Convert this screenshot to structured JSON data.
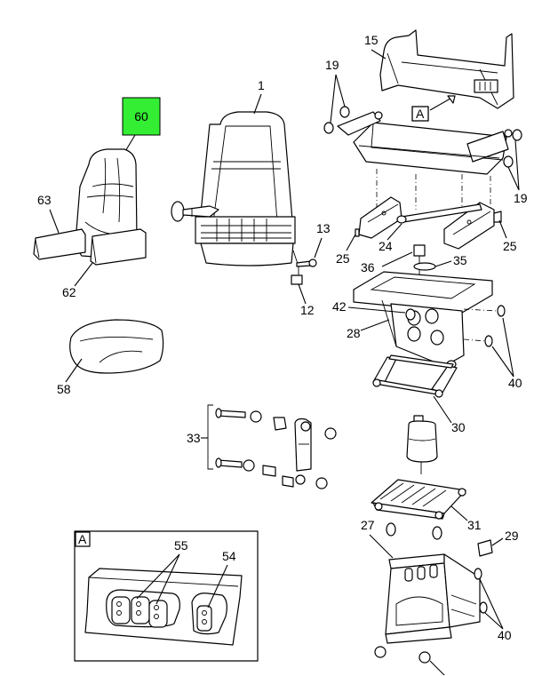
{
  "highlight": {
    "callout": "60",
    "color": "#33ee33"
  },
  "callouts": {
    "c1": "1",
    "c12": "12",
    "c13": "13",
    "c15": "15",
    "c19a": "19",
    "c19b": "19",
    "c24": "24",
    "c25a": "25",
    "c25b": "25",
    "c27": "27",
    "c28": "28",
    "c29": "29",
    "c30": "30",
    "c31": "31",
    "c33": "33",
    "c35": "35",
    "c36": "36",
    "c40a": "40",
    "c40b": "40",
    "c42": "42",
    "c54": "54",
    "c55": "55",
    "c58": "58",
    "c62": "62",
    "c63": "63"
  },
  "view_ref": {
    "main": "A",
    "inset": "A"
  }
}
